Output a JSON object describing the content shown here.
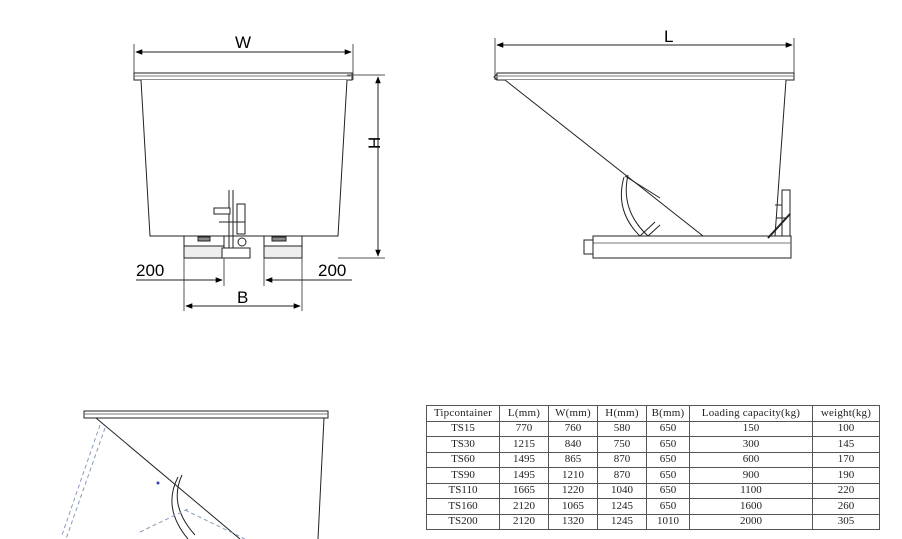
{
  "dimensions": {
    "width_label": "W",
    "length_label": "L",
    "height_label": "H",
    "base_label": "B",
    "offset_left": "200",
    "offset_right": "200"
  },
  "spec_table": {
    "columns": [
      "Tipcontainer",
      "L(mm)",
      "W(mm)",
      "H(mm)",
      "B(mm)",
      "Loading capacity(kg)",
      "weight(kg)"
    ],
    "rows": [
      [
        "TS15",
        "770",
        "760",
        "580",
        "650",
        "150",
        "100"
      ],
      [
        "TS30",
        "1215",
        "840",
        "750",
        "650",
        "300",
        "145"
      ],
      [
        "TS60",
        "1495",
        "865",
        "870",
        "650",
        "600",
        "170"
      ],
      [
        "TS90",
        "1495",
        "1210",
        "870",
        "650",
        "900",
        "190"
      ],
      [
        "TS110",
        "1665",
        "1220",
        "1040",
        "650",
        "1100",
        "220"
      ],
      [
        "TS160",
        "2120",
        "1065",
        "1245",
        "650",
        "1600",
        "260"
      ],
      [
        "TS200",
        "2120",
        "1320",
        "1245",
        "1010",
        "2000",
        "305"
      ]
    ]
  }
}
